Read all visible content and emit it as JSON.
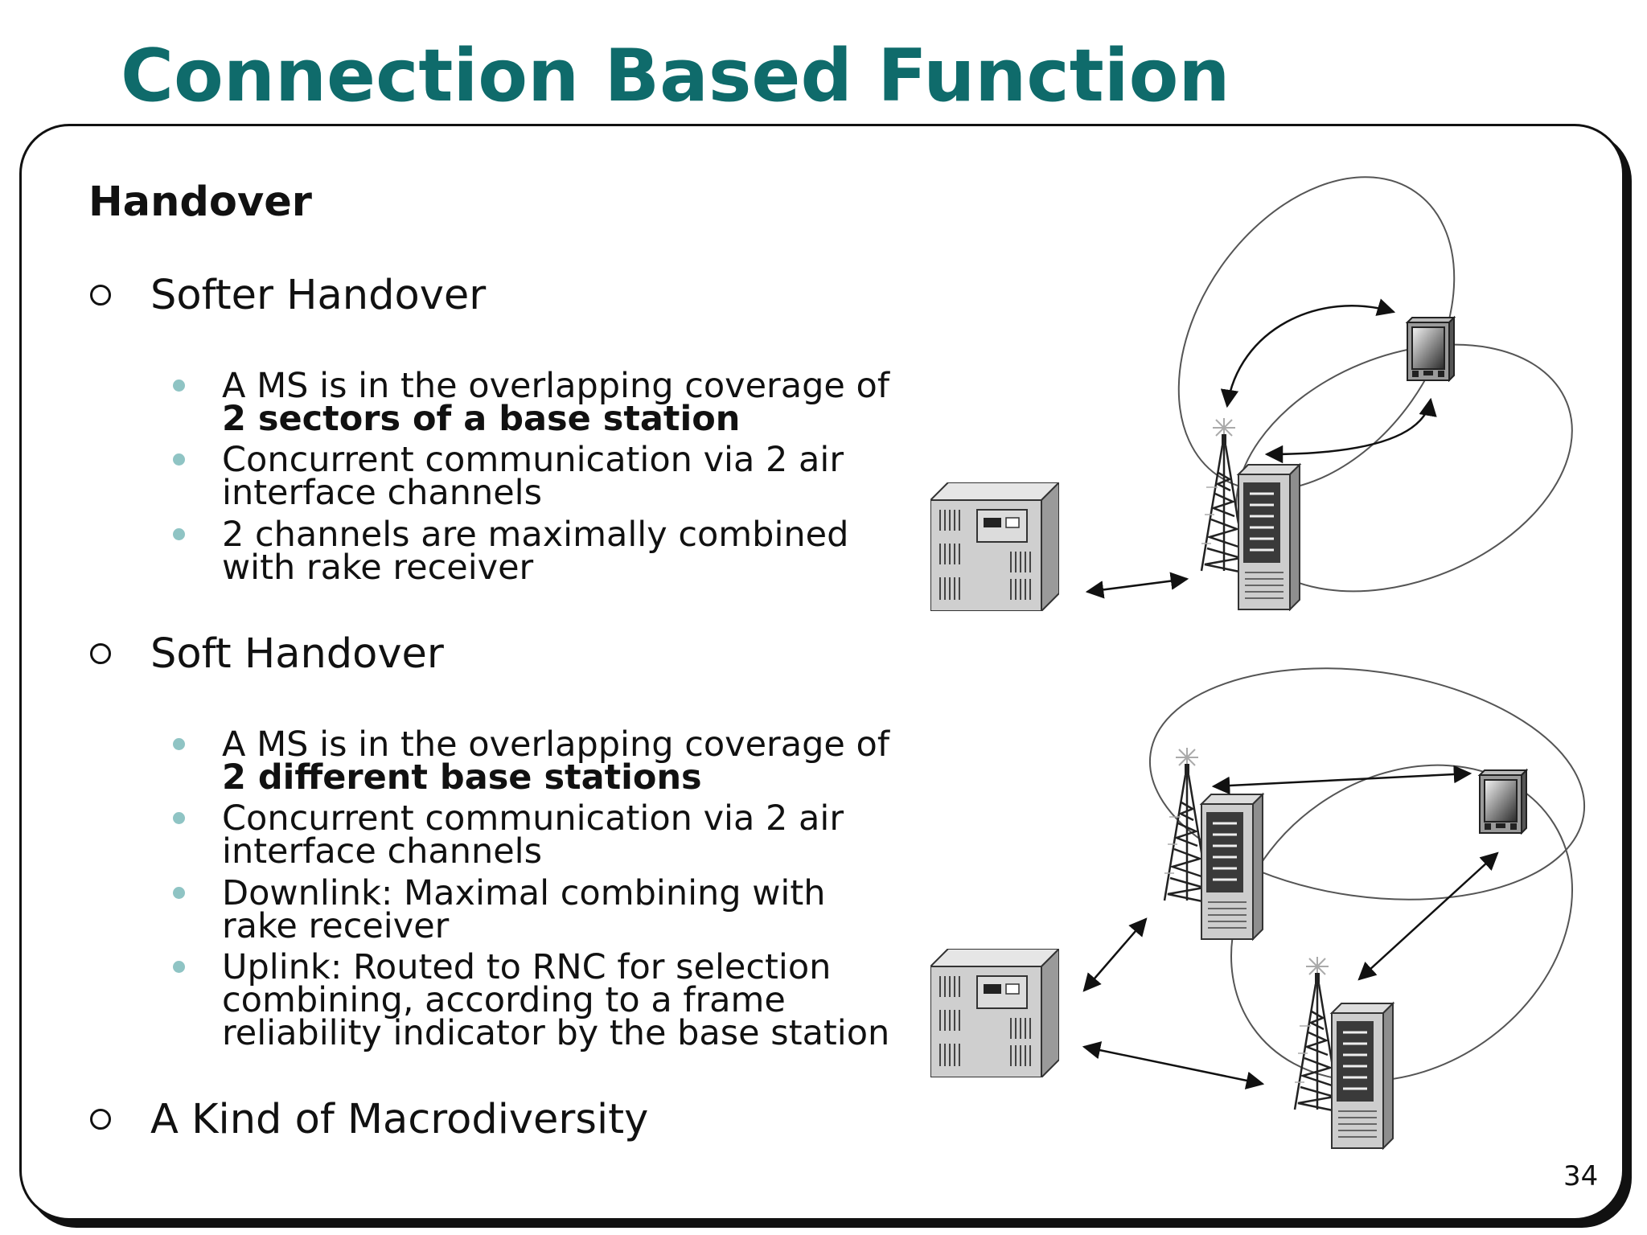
{
  "slide": {
    "title": "Connection Based Function",
    "section_heading": "Handover",
    "page_number": "34"
  },
  "softer": {
    "heading": "Softer Handover",
    "b1_line1": "A MS is in the overlapping coverage of",
    "b1_line2": "2 sectors of a base station",
    "b2_line1": "Concurrent communication via 2 air",
    "b2_line2": "interface channels",
    "b3_line1": "2 channels are maximally combined",
    "b3_line2": "with rake receiver"
  },
  "soft": {
    "heading": "Soft Handover",
    "b1_line1": "A MS is in the overlapping coverage of",
    "b1_line2": "2 different base stations",
    "b2_line1": "Concurrent communication via 2 air",
    "b2_line2": "interface channels",
    "b3_line1": "Downlink: Maximal combining with",
    "b3_line2": "rake receiver",
    "b4_line1": "Uplink: Routed to RNC for selection",
    "b4_line2": "combining, according to a frame",
    "b4_line3": "reliability indicator by the base station"
  },
  "macro": {
    "heading": "A Kind of Macrodiversity"
  },
  "colors": {
    "title": "#0f6b6b",
    "sub_bullet": "#8fc4c4",
    "frame": "#111111"
  },
  "icons": [
    "rnc-server-icon",
    "base-station-tower-icon",
    "mobile-terminal-icon"
  ]
}
